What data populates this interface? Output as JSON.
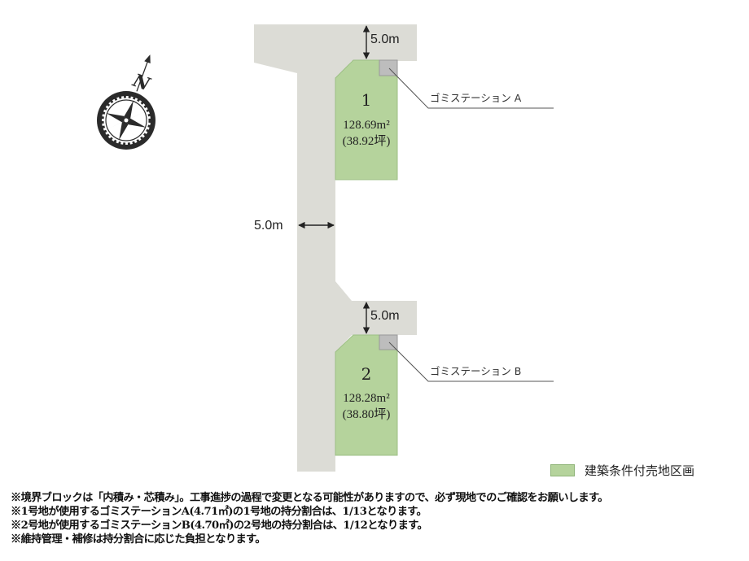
{
  "north_label": "N",
  "road": {
    "width_top": "5.0m",
    "width_main": "5.0m",
    "width_lower": "5.0m"
  },
  "lots": [
    {
      "number": "1",
      "area": "128.69m²",
      "tsubo": "(38.92坪)"
    },
    {
      "number": "2",
      "area": "128.28m²",
      "tsubo": "(38.80坪)"
    }
  ],
  "garbage_stations": {
    "a": "ゴミステーション A",
    "b": "ゴミステーション B"
  },
  "legend": {
    "label": "建築条件付売地区画",
    "color": "#b5d39c"
  },
  "colors": {
    "road": "#dcdcd6",
    "lot": "#b5d39c",
    "garbage": "#bdbdbd"
  },
  "notes": [
    "※境界ブロックは「内積み・芯積み」。工事進捗の過程で変更となる可能性がありますので、必ず現地でのご確認をお願いします。",
    "※1号地が使用するゴミステーションA(4.71㎡)の1号地の持分割合は、1/13となります。",
    "※2号地が使用するゴミステーションB(4.70㎡)の2号地の持分割合は、1/12となります。",
    "※維持管理・補修は持分割合に応じた負担となります。"
  ]
}
